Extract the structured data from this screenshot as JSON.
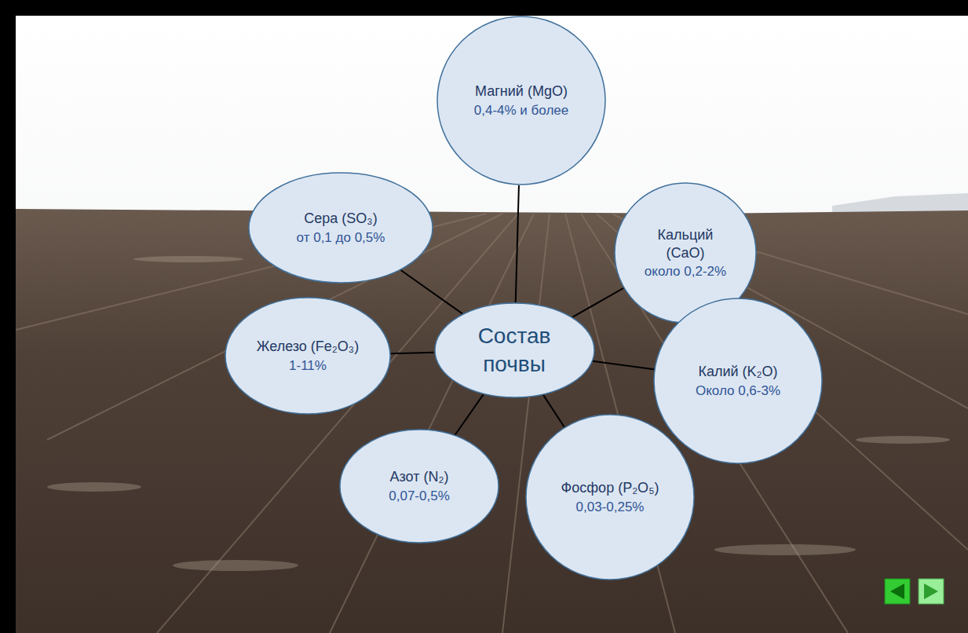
{
  "diagram": {
    "nodes": [
      {
        "text": [
          "Состав почвы"
        ]
      },
      {
        "text": [
          "Магний (MgO)",
          "0,4-4% и более"
        ]
      },
      {
        "text": [
          "Кальций (CaO)",
          "около 0,2-2%"
        ]
      },
      {
        "text": [
          "Калий (K₂O)",
          "Около 0,6-3%"
        ]
      },
      {
        "text": [
          "Фосфор (P₂O₅)",
          "0,03-0,25%"
        ]
      },
      {
        "text": [
          "Азот (N₂)",
          "0,07-0,5%"
        ]
      },
      {
        "text": [
          "Железо (Fe₂O₃)",
          "1-11%"
        ]
      },
      {
        "text": [
          "Сера (SO₃)",
          "от 0,1 до 0,5%"
        ]
      }
    ],
    "edges": [
      {
        "from": 0,
        "to": 1,
        "arrow": "none"
      },
      {
        "from": 0,
        "to": 2,
        "arrow": "none"
      },
      {
        "from": 0,
        "to": 3,
        "arrow": "none"
      },
      {
        "from": 0,
        "to": 4,
        "arrow": "none"
      },
      {
        "from": 0,
        "to": 5,
        "arrow": "none"
      },
      {
        "from": 0,
        "to": 6,
        "arrow": "none"
      },
      {
        "from": 0,
        "to": 7,
        "arrow": "none"
      }
    ]
  }
}
